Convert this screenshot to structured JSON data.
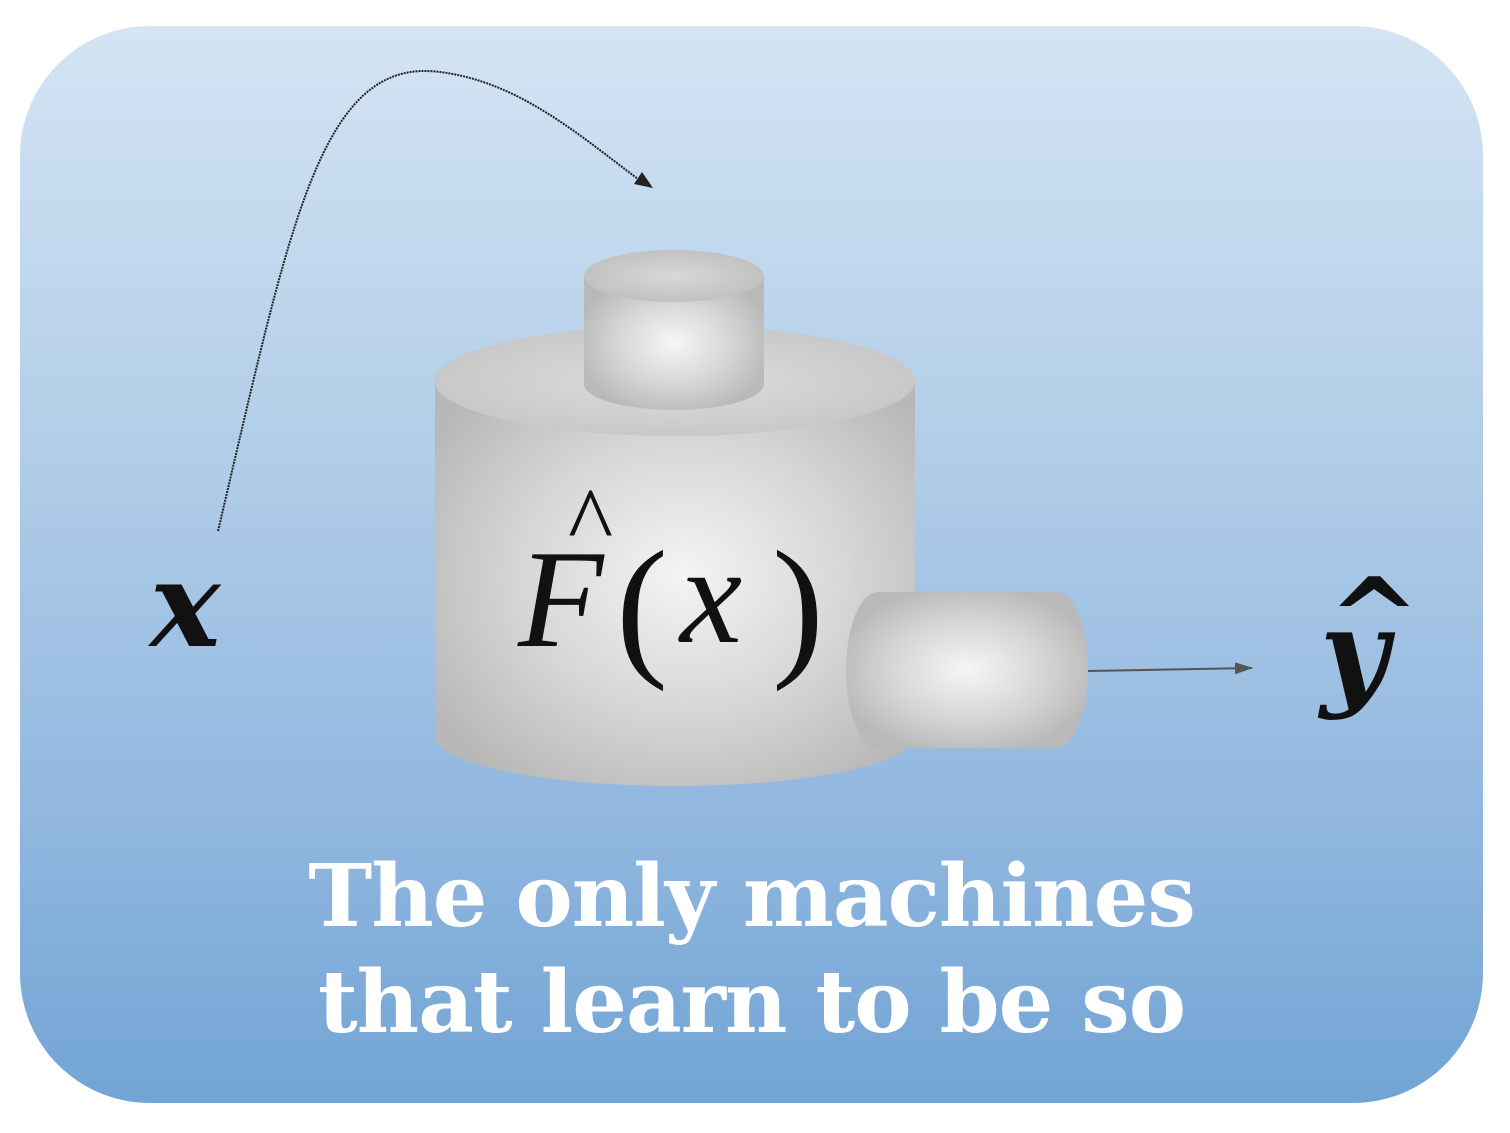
{
  "diagram": {
    "input_symbol": "x",
    "output_symbol": "y",
    "output_hat": "^",
    "function_letter": "F",
    "function_hat": "^",
    "function_open_paren": "(",
    "function_arg": "x",
    "function_close_paren": ")"
  },
  "caption": {
    "line1": "The only machines",
    "line2": "that learn to be so"
  }
}
